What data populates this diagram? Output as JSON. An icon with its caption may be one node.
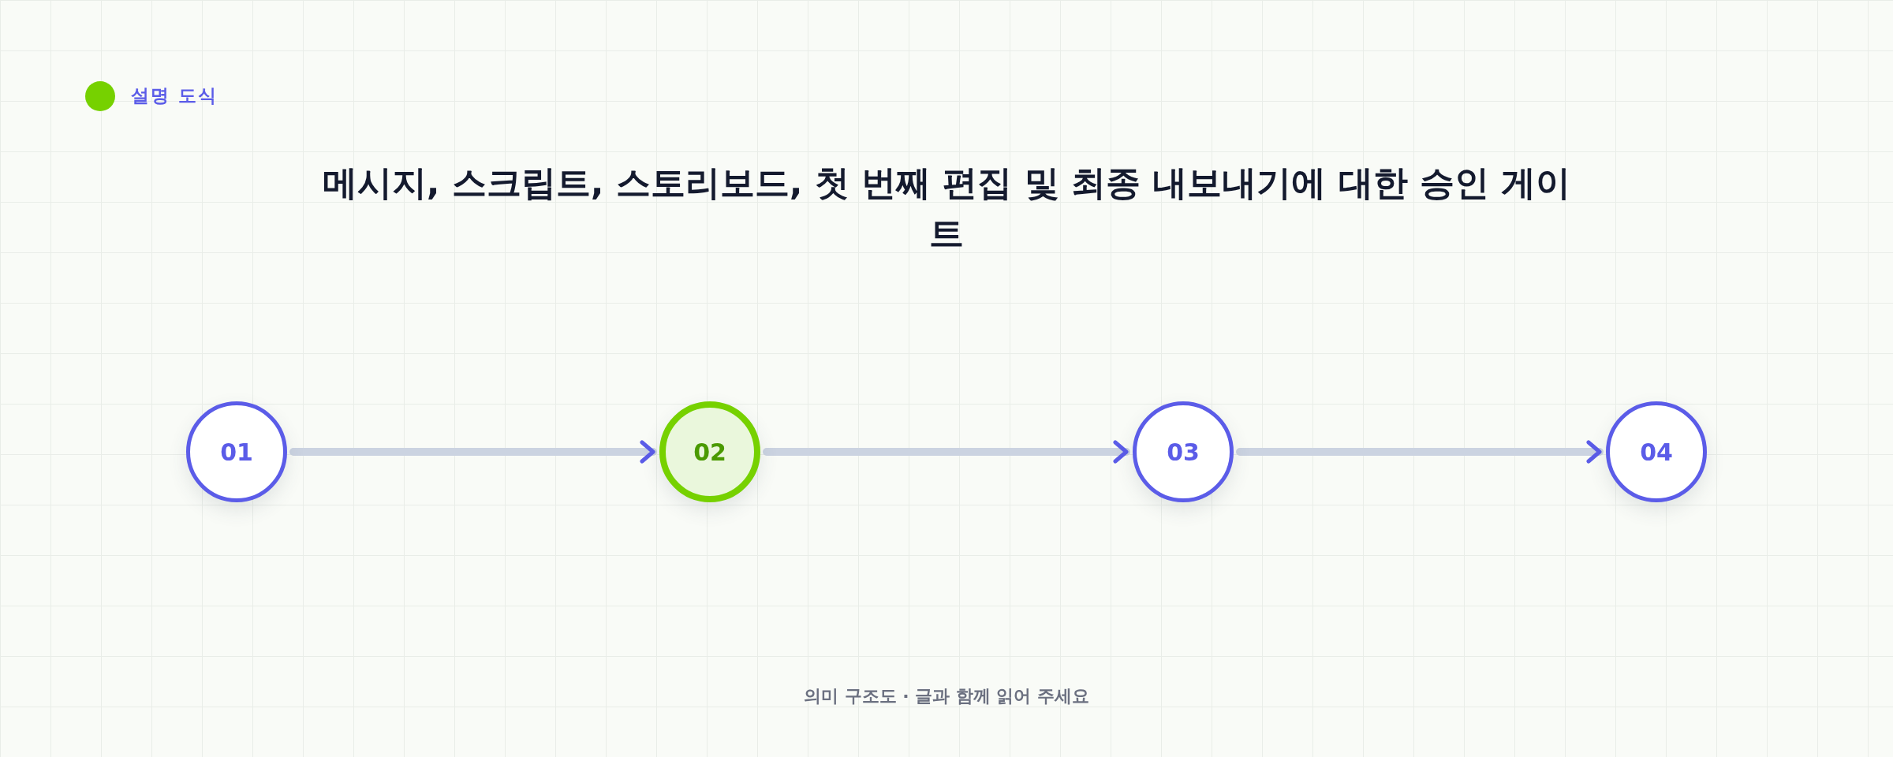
{
  "diagram": {
    "title": "메시지, 스크립트, 스토리보드, 첫 번째 편집 및 최종 내보내기에 대한 승인 게이트",
    "caption": "의미 구조도 · 글과 함께 읽어 주세요",
    "nodes": [
      {
        "text": [
          "01"
        ]
      },
      {
        "text": [
          "02"
        ]
      },
      {
        "text": [
          "03"
        ]
      },
      {
        "text": [
          "04"
        ]
      }
    ],
    "edges": [
      {
        "from": 0,
        "to": 1,
        "arrow": "to"
      },
      {
        "from": 1,
        "to": 2,
        "arrow": "to"
      },
      {
        "from": 2,
        "to": 3,
        "arrow": "to"
      }
    ],
    "labels": [
      "설명 도식"
    ]
  }
}
